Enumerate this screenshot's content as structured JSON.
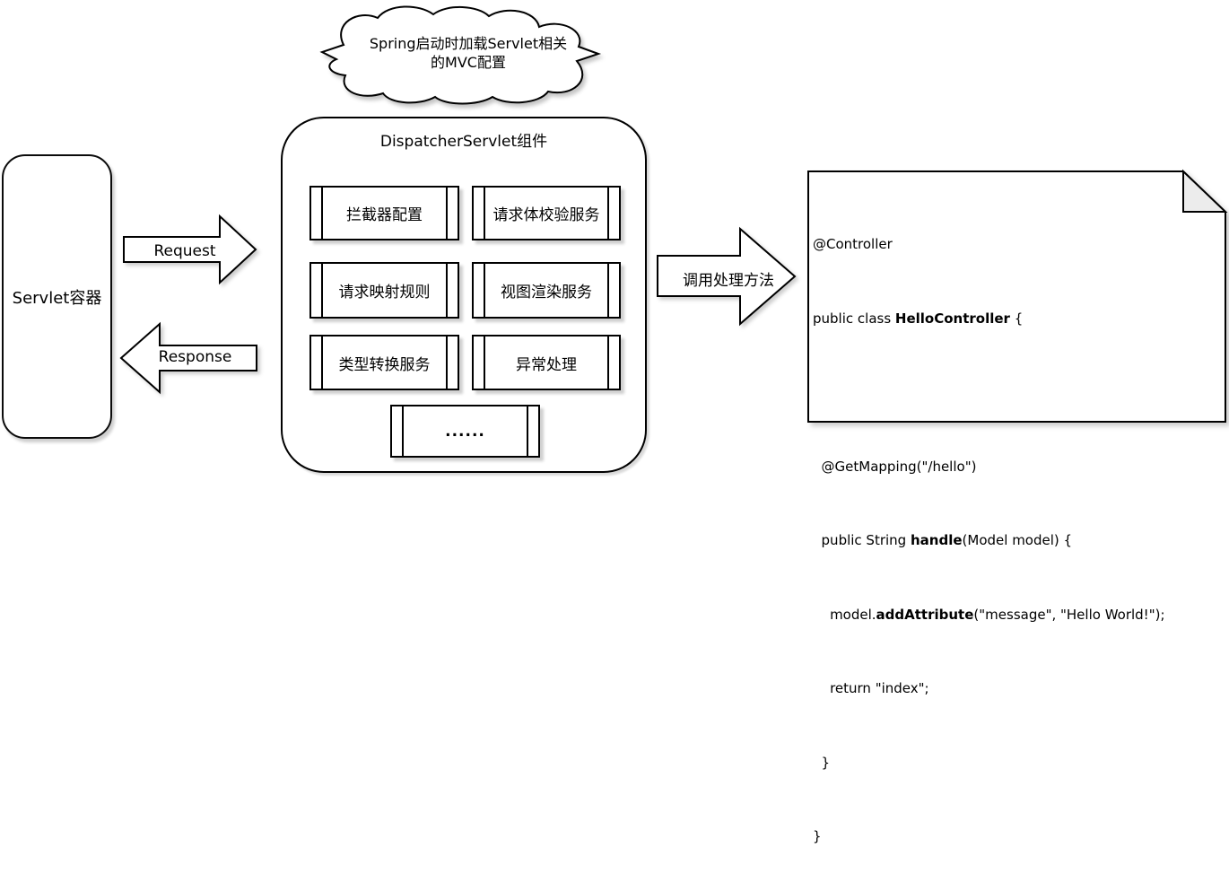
{
  "colors": {
    "stroke": "#000000",
    "fill": "#ffffff",
    "shadow": "#cccccc",
    "fold_fill": "#ececec"
  },
  "cloud": {
    "text_line1": "Spring启动时加载Servlet相关",
    "text_line2": "的MVC配置"
  },
  "servlet_container": {
    "label": "Servlet容器"
  },
  "arrows": {
    "request_label": "Request",
    "response_label": "Response",
    "invoke_label": "调用处理方法"
  },
  "dispatcher": {
    "title": "DispatcherServlet组件",
    "components": [
      "拦截器配置",
      "请求体校验服务",
      "请求映射规则",
      "视图渲染服务",
      "类型转换服务",
      "异常处理",
      "......"
    ]
  },
  "code_note": {
    "lines": [
      [
        {
          "t": "@Controller"
        }
      ],
      [
        {
          "t": "public class "
        },
        {
          "t": "HelloController",
          "b": true
        },
        {
          "t": " {"
        }
      ],
      [],
      [
        {
          "t": "  @GetMapping(\"/hello\")"
        }
      ],
      [
        {
          "t": "  public String "
        },
        {
          "t": "handle",
          "b": true
        },
        {
          "t": "(Model model) {"
        }
      ],
      [
        {
          "t": "    model."
        },
        {
          "t": "addAttribute",
          "b": true
        },
        {
          "t": "(\"message\", \"Hello World!\");"
        }
      ],
      [
        {
          "t": "    return \"index\";"
        }
      ],
      [
        {
          "t": "  }"
        }
      ],
      [
        {
          "t": "}"
        }
      ]
    ]
  }
}
